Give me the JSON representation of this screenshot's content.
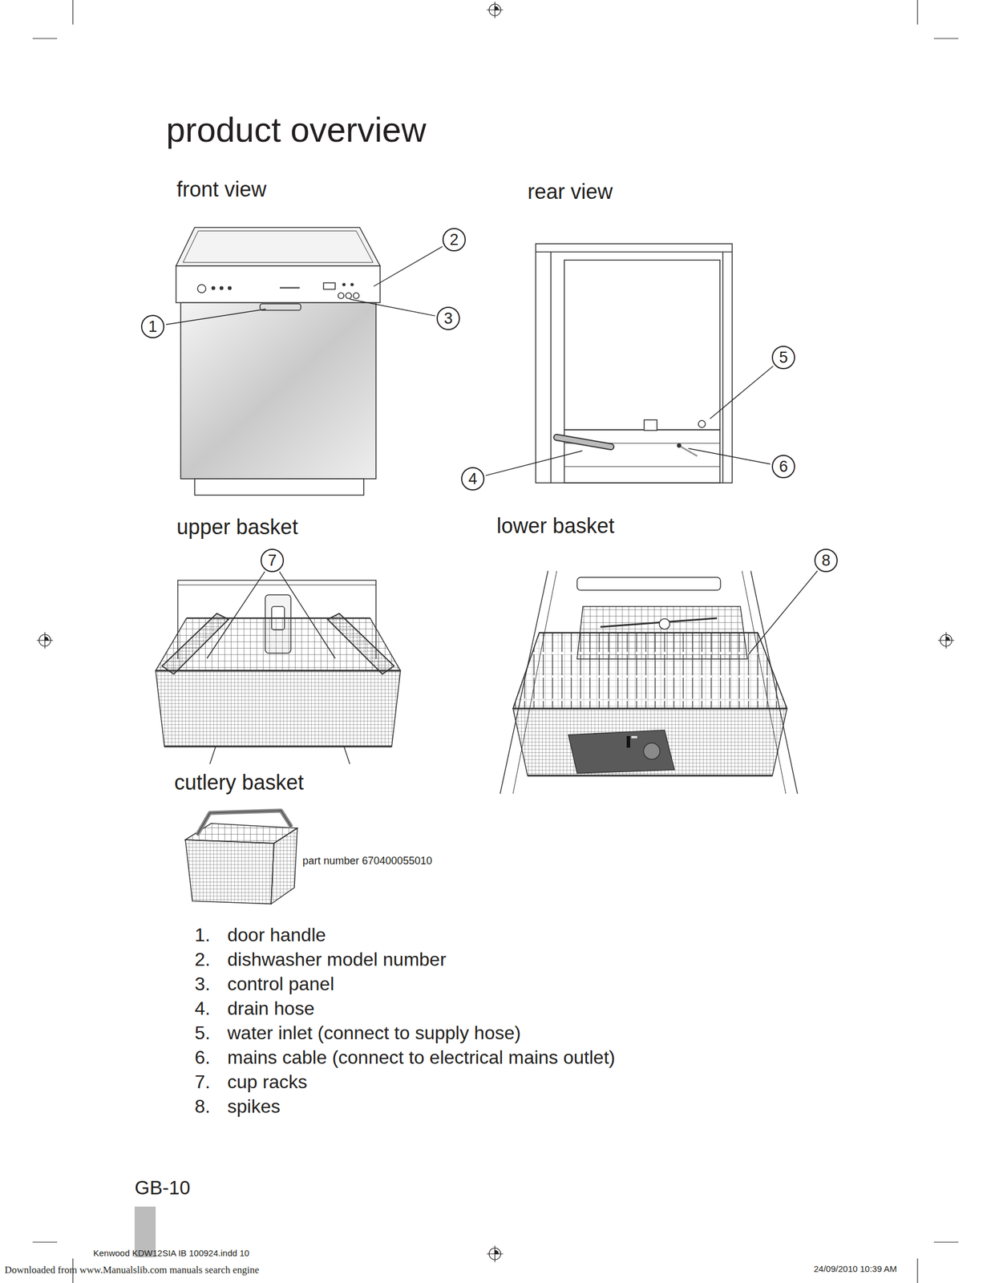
{
  "diagram": {
    "title": "product overview",
    "nodes": [
      {
        "text": [
          "1"
        ]
      },
      {
        "text": [
          "2"
        ]
      },
      {
        "text": [
          "3"
        ]
      },
      {
        "text": [
          "4"
        ]
      },
      {
        "text": [
          "5"
        ]
      },
      {
        "text": [
          "6"
        ]
      },
      {
        "text": [
          "7"
        ]
      },
      {
        "text": [
          "8"
        ]
      }
    ],
    "labels": [
      "front view",
      "rear view",
      "upper basket",
      "lower basket",
      "cutlery basket",
      "part number 670400055010",
      "1.",
      "door handle",
      "2.",
      "dishwasher model number",
      "3.",
      "control panel",
      "4.",
      "drain hose",
      "5.",
      "water inlet (connect to supply hose)",
      "6.",
      "mains cable (connect to electrical mains outlet)",
      "7.",
      "cup racks",
      "8.",
      "spikes",
      "GB-10",
      "Kenwood KDW12SIA IB 100924.indd 10",
      "Downloaded from www.Manualslib.com manuals search engine",
      "24/09/2010 10:39 AM"
    ]
  }
}
